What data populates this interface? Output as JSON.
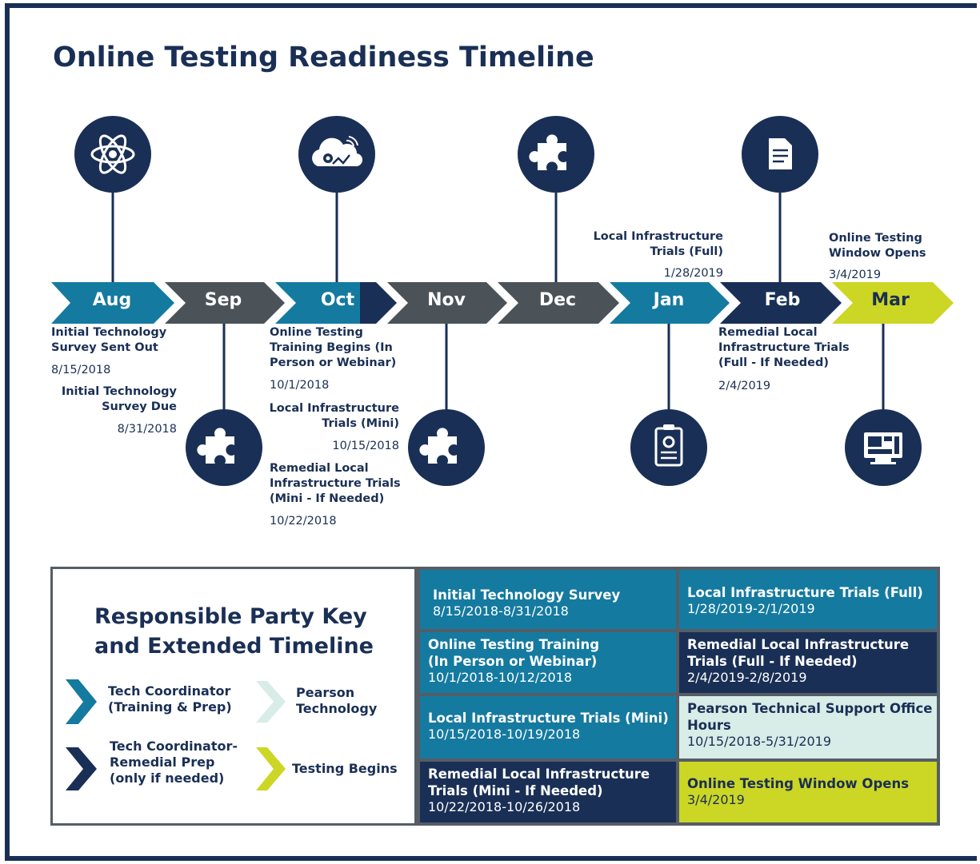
{
  "title": "Online Testing Readiness Timeline",
  "colors": {
    "navy": "#1a2f55",
    "teal": "#157aa0",
    "gray": "#4b5258",
    "light": "#d8ece8",
    "lime": "#ccd624"
  },
  "months": [
    "Aug",
    "Sep",
    "Oct",
    "Nov",
    "Dec",
    "Jan",
    "Feb",
    "Mar"
  ],
  "icons": [
    "atom-icon",
    "cloud-gear-icon",
    "puzzle-icon",
    "document-icon",
    "puzzle-icon",
    "puzzle-icon",
    "clipboard-badge-icon",
    "monitor-dashboard-icon"
  ],
  "events": [
    {
      "label": "Initial Technology\nSurvey Sent Out",
      "date": "8/15/2018"
    },
    {
      "label": "Initial Technology\nSurvey Due",
      "date": "8/31/2018"
    },
    {
      "label": "Online Testing\nTraining Begins (In\nPerson or Webinar)",
      "date": "10/1/2018"
    },
    {
      "label": "Local Infrastructure\nTrials (Mini)",
      "date": "10/15/2018"
    },
    {
      "label": "Remedial Local\nInfrastructure Trials\n(Mini - If Needed)",
      "date": "10/22/2018"
    },
    {
      "label": "Local Infrastructure\nTrials (Full)",
      "date": "1/28/2019"
    },
    {
      "label": "Remedial Local\nInfrastructure Trials\n(Full - If Needed)",
      "date": "2/4/2019"
    },
    {
      "label": "Online Testing\nWindow Opens",
      "date": "3/4/2019"
    }
  ],
  "key": {
    "title": "Responsible Party Key\nand Extended Timeline",
    "items": [
      {
        "label": "Tech Coordinator\n(Training & Prep)",
        "color": "#157aa0"
      },
      {
        "label": "Pearson\nTechnology",
        "color": "#d8ece8"
      },
      {
        "label": "Tech Coordinator-\nRemedial Prep\n(only if needed)",
        "color": "#1a2f55"
      },
      {
        "label": "Testing Begins",
        "color": "#ccd624"
      }
    ]
  },
  "extended": [
    {
      "name": "Initial Technology Survey",
      "dates": "8/15/2018-8/31/2018",
      "color": "teal"
    },
    {
      "name": "Online Testing Training\n(In Person or Webinar)",
      "dates": "10/1/2018-10/12/2018",
      "color": "teal"
    },
    {
      "name": "Local Infrastructure Trials (Mini)",
      "dates": "10/15/2018-10/19/2018",
      "color": "teal"
    },
    {
      "name": "Remedial Local Infrastructure\nTrials (Mini - If Needed)",
      "dates": "10/22/2018-10/26/2018",
      "color": "navy"
    },
    {
      "name": "Local Infrastructure Trials (Full)",
      "dates": "1/28/2019-2/1/2019",
      "color": "teal"
    },
    {
      "name": "Remedial Local Infrastructure\nTrials (Full - If Needed)",
      "dates": "2/4/2019-2/8/2019",
      "color": "navy"
    },
    {
      "name": "Pearson Technical Support Office\nHours",
      "dates": "10/15/2018-5/31/2019",
      "color": "light"
    },
    {
      "name": "Online Testing Window Opens",
      "dates": "3/4/2019",
      "color": "lime"
    }
  ]
}
